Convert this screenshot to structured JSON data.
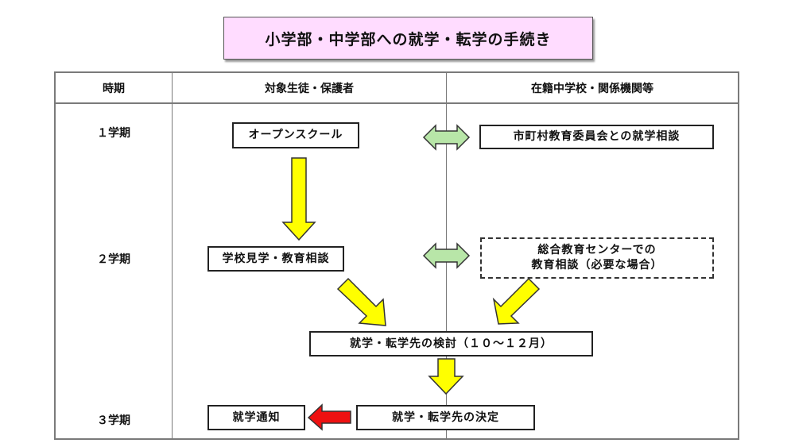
{
  "title": "小学部・中学部への就学・転学の手続き",
  "table": {
    "headers": [
      "時期",
      "対象生徒・保護者",
      "在籍中学校・関係機関等"
    ],
    "terms": [
      "１学期",
      "２学期",
      "３学期"
    ]
  },
  "steps": {
    "open_school": "オープンスクール",
    "municipal_consult": "市町村教育委員会との就学相談",
    "school_visit": "学校見学・教育相談",
    "center_consult_line1": "総合教育センターでの",
    "center_consult_line2": "教育相談（必要な場合）",
    "review": "就学・転学先の検討（１０～１２月）",
    "decision": "就学・転学先の決定",
    "notice": "就学通知"
  },
  "colors": {
    "title_bg": "#ffdcff",
    "flow_arrow": "#ffff00",
    "exchange_arrow": "#b8e6a8",
    "notice_arrow": "#ee1111"
  }
}
